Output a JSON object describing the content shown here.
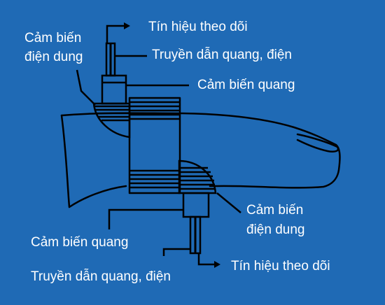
{
  "colors": {
    "background": "#1f6ab5",
    "ink": "#000000",
    "text": "#ffffff"
  },
  "labels": {
    "top_signal": "Tín hiệu theo dõi",
    "top_sensor_capacitive_line1": "Cảm biến",
    "top_sensor_capacitive_line2": "điện dung",
    "top_transmission": "Truyền dẫn quang, điện",
    "top_optical_sensor": "Cảm biến quang",
    "bottom_sensor_capacitive_line1": "Cảm biến",
    "bottom_sensor_capacitive_line2": "điện dung",
    "bottom_optical_sensor": "Cảm biến quang",
    "bottom_signal": "Tín hiệu theo dõi",
    "bottom_transmission": "Truyền dẫn quang, điện"
  }
}
